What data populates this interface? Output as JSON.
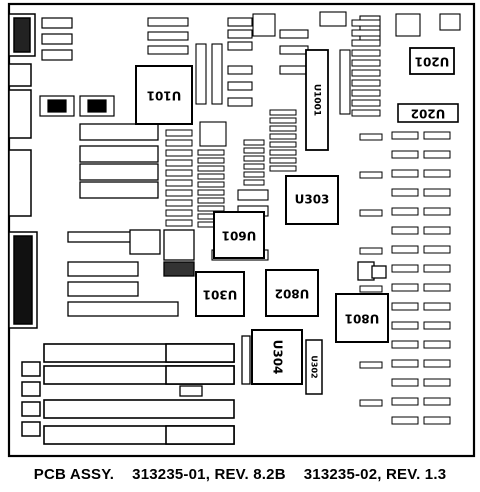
{
  "figure": {
    "caption_parts": [
      "PCB ASSY.",
      "313235-01, REV. 8.2B",
      "313235-02, REV. 1.3"
    ]
  },
  "chips": [
    {
      "name": "u101",
      "label": "U101"
    },
    {
      "name": "u201",
      "label": "U201"
    },
    {
      "name": "u202",
      "label": "U202"
    },
    {
      "name": "u301",
      "label": "U301"
    },
    {
      "name": "u302",
      "label": "U302"
    },
    {
      "name": "u303",
      "label": "U303"
    },
    {
      "name": "u304",
      "label": "U304"
    },
    {
      "name": "u601",
      "label": "U601"
    },
    {
      "name": "u801",
      "label": "U801"
    },
    {
      "name": "u802",
      "label": "U802"
    },
    {
      "name": "u1001",
      "label": "U1001"
    }
  ],
  "colors": {
    "ink": "#000000",
    "paper": "#ffffff"
  }
}
